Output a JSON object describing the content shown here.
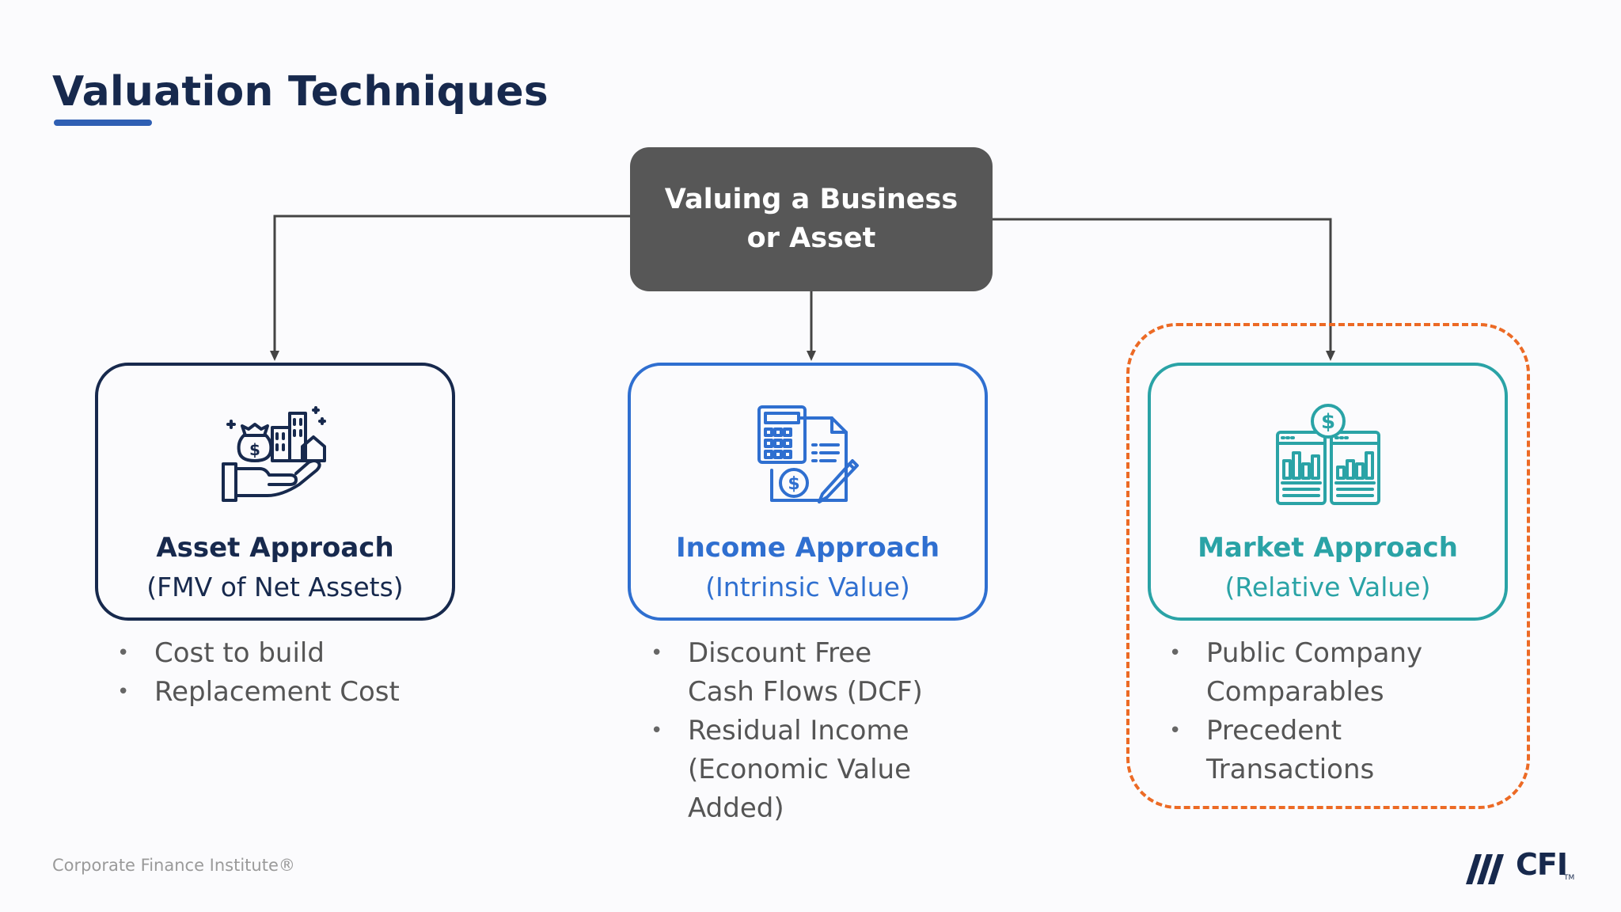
{
  "title": "Valuation Techniques",
  "root": {
    "label": "Valuing a Business or Asset"
  },
  "cards": [
    {
      "heading": "Asset Approach",
      "subheading": "(FMV of Net Assets)",
      "icon": "hand-holding-money-bag-buildings-icon",
      "color": "#17294d",
      "bullets": [
        "Cost to build",
        "Replacement Cost"
      ]
    },
    {
      "heading": "Income Approach",
      "subheading": "(Intrinsic Value)",
      "icon": "calculator-document-dollar-pen-icon",
      "color": "#2f6fd0",
      "bullets": [
        "Discount Free Cash Flows (DCF)",
        "Residual Income (Economic Value Added)"
      ]
    },
    {
      "heading": "Market Approach",
      "subheading": "(Relative Value)",
      "icon": "comparison-charts-dollar-icon",
      "color": "#2aa3a6",
      "bullets": [
        "Public Company Comparables",
        "Precedent Transactions"
      ]
    }
  ],
  "highlight": {
    "color": "#ec6a25",
    "target": "Market Approach"
  },
  "footer": {
    "text": "Corporate Finance Institute®",
    "logo": "CFI",
    "logo_tm": "TM"
  },
  "colors": {
    "title": "#17294d",
    "accent": "#2f5fb3",
    "root_box": "#575757",
    "connector": "#444444"
  }
}
